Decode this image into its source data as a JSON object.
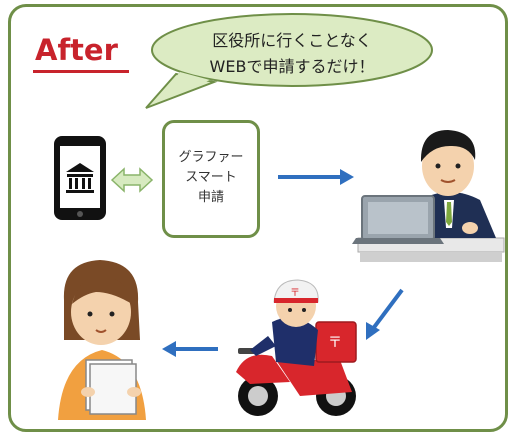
{
  "title": "After",
  "speech_bubble": {
    "line1": "区役所に行くことなく",
    "line2": "WEBで申請するだけ！"
  },
  "service_box": {
    "line1": "グラファー",
    "line2": "スマート",
    "line3": "申請"
  },
  "colors": {
    "frame": "#6f8f48",
    "title": "#c8232c",
    "bubble_fill": "#dcebc3",
    "arrow_blue": "#2f6fbf",
    "arrow_green": "#b9d98f"
  },
  "icons": [
    "smartphone-icon",
    "government-building-icon",
    "bidirectional-arrow-icon",
    "office-worker-at-laptop-icon",
    "postman-on-motorbike-icon",
    "woman-receiving-document-icon"
  ]
}
